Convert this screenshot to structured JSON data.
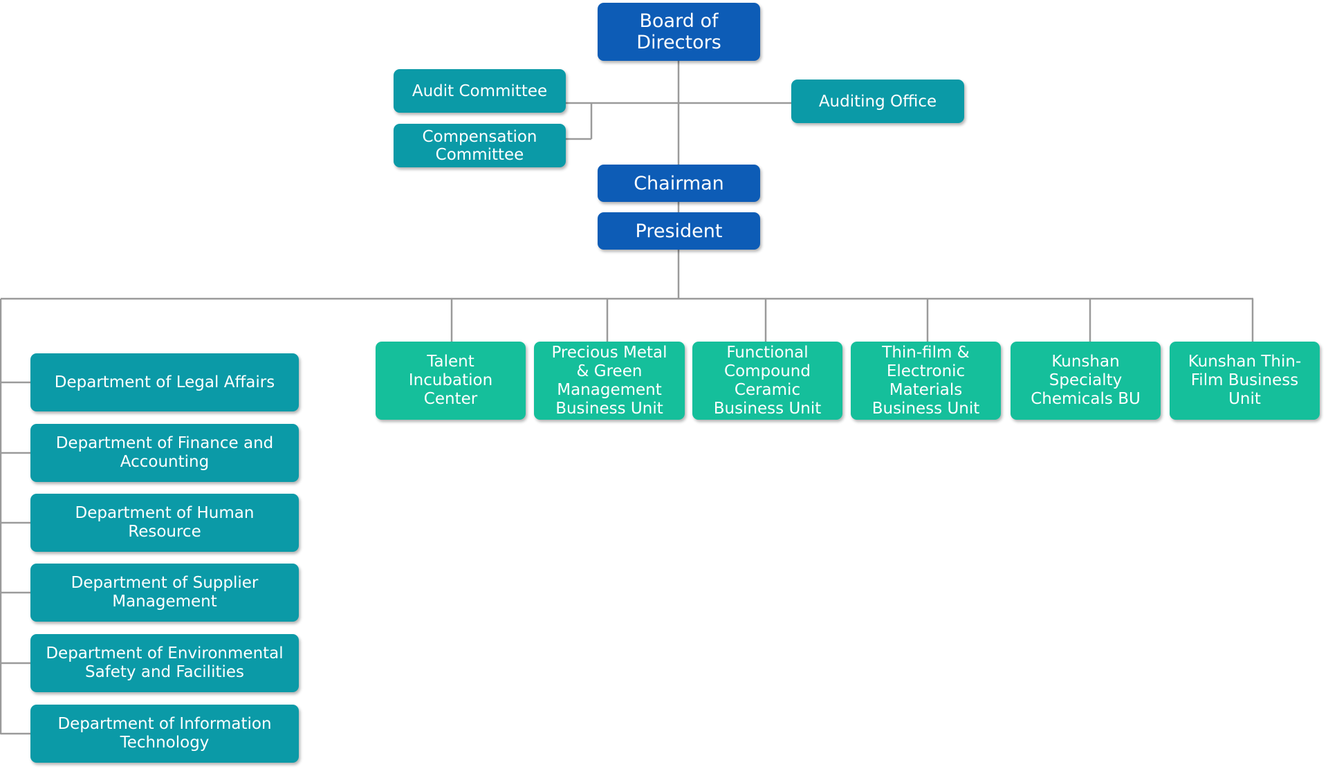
{
  "org_chart": {
    "board": "Board of\nDirectors",
    "chairman": "Chairman",
    "president": "President",
    "audit_committee": "Audit Committee",
    "compensation_committee": "Compensation\nCommittee",
    "auditing_office": "Auditing Office",
    "departments": [
      "Department of Legal Affairs",
      "Department of Finance and\nAccounting",
      "Department of Human Resource",
      "Department of Supplier\nManagement",
      "Department of Environmental\nSafety and Facilities",
      "Department of Information\nTechnology"
    ],
    "business_units": [
      "Talent\nIncubation\nCenter",
      "Precious Metal\n& Green\nManagement\nBusiness Unit",
      "Functional\nCompound\nCeramic\nBusiness Unit",
      "Thin-film &\nElectronic\nMaterials\nBusiness Unit",
      "Kunshan\nSpecialty\nChemicals BU",
      "Kunshan Thin-\nFilm Business\nUnit"
    ]
  },
  "colors": {
    "executive": "#0d5cb6",
    "committee": "#0b9aa7",
    "department": "#0b9aa7",
    "business_unit": "#15bf9b",
    "connector": "#9a9a9a"
  }
}
